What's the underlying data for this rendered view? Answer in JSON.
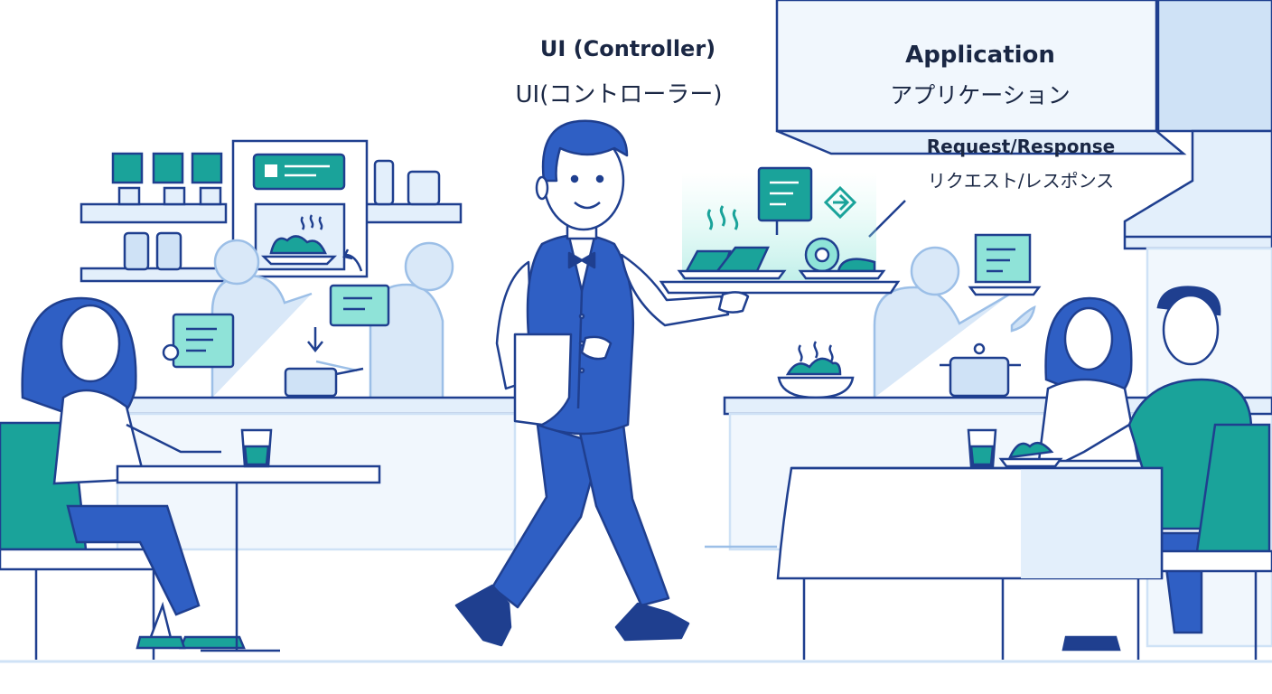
{
  "labels": {
    "ui_en": "UI (Controller)",
    "ui_ja": "UI(コントローラー)",
    "app_en": "Application",
    "app_ja": "アプリケーション",
    "req_en": "Request/Response",
    "req_ja": "リクエスト/レスポンス"
  },
  "colors": {
    "outline": "#1f3f8f",
    "blue": "#2f5fc4",
    "teal": "#1aa39a",
    "teal_light": "#8fe3d8",
    "pale": "#e3effb",
    "pale2": "#cfe2f6",
    "ghost": "#d9e8f8",
    "text": "#1a2744"
  },
  "icons": [
    "steam-icon",
    "code-screen-icon",
    "diamond-transfer-icon",
    "dish-icon"
  ]
}
